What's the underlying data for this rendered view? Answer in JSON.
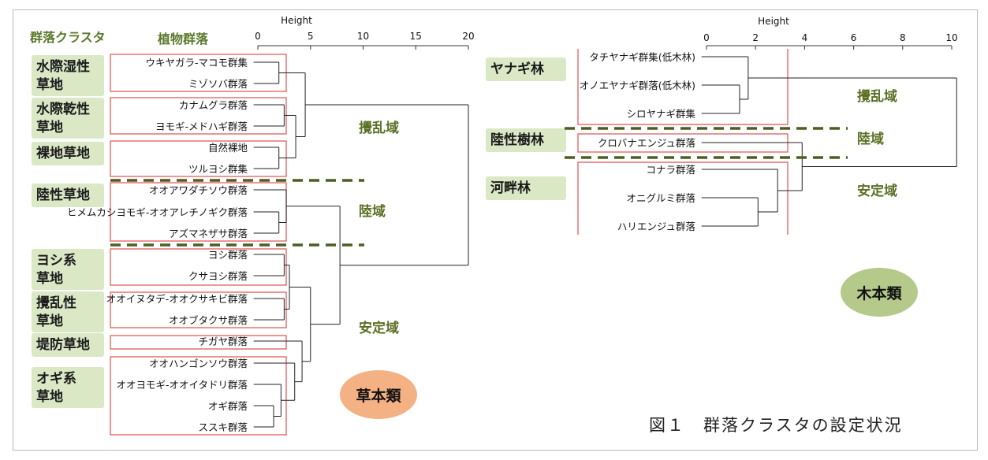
{
  "herb": {
    "header_cluster": "群落クラスタ",
    "header_community": "植物群落",
    "axis_title": "Height",
    "ticks": [
      "0",
      "5",
      "10",
      "15",
      "20"
    ],
    "clusters": [
      "水際湿性\n草地",
      "水際乾性\n草地",
      "裸地草地",
      "陸性草地",
      "ヨシ系\n草地",
      "攪乱性\n草地",
      "堤防草地",
      "オギ系\n草地"
    ],
    "leaves": [
      "ウキヤガラ-マコモ群集",
      "ミゾソバ群落",
      "カナムグラ群落",
      "ヨモギ-メドハギ群落",
      "自然裸地",
      "ツルヨシ群集",
      "オオアワダチソウ群落",
      "ヒメムカシヨモギ-オオアレチノギク群落",
      "アズマネザサ群落",
      "ヨシ群落",
      "クサヨシ群落",
      "オオイヌタデ-オオクサキビ群落",
      "オオブタクサ群落",
      "チガヤ群落",
      "オオハンゴンソウ群落",
      "オオヨモギ-オオイタドリ群落",
      "オギ群落",
      "ススキ群落"
    ],
    "zones": [
      "攪乱域",
      "陸域",
      "安定域"
    ],
    "badge": "草本類"
  },
  "tree": {
    "axis_title": "Height",
    "ticks": [
      "0",
      "2",
      "4",
      "6",
      "8",
      "10"
    ],
    "clusters": [
      "ヤナギ林",
      "陸性樹林",
      "河畔林"
    ],
    "leaves": [
      "タチヤナギ群集(低木林)",
      "オノエヤナギ群落(低木林)",
      "シロヤナギ群集",
      "クロバナエンジュ群落",
      "コナラ群落",
      "オニグルミ群落",
      "ハリエンジュ群落"
    ],
    "zones": [
      "攪乱域",
      "陸域",
      "安定域"
    ],
    "badge": "木本類"
  },
  "caption": "図１　群落クラスタの設定状況",
  "colors": {
    "cluster_bg": "#dbe8c6",
    "header_green": "#5b7a2b",
    "red_box": "#e05050",
    "dash": "#4a5f22",
    "herb_badge": "#f4b183",
    "tree_badge": "#b4c98a"
  }
}
